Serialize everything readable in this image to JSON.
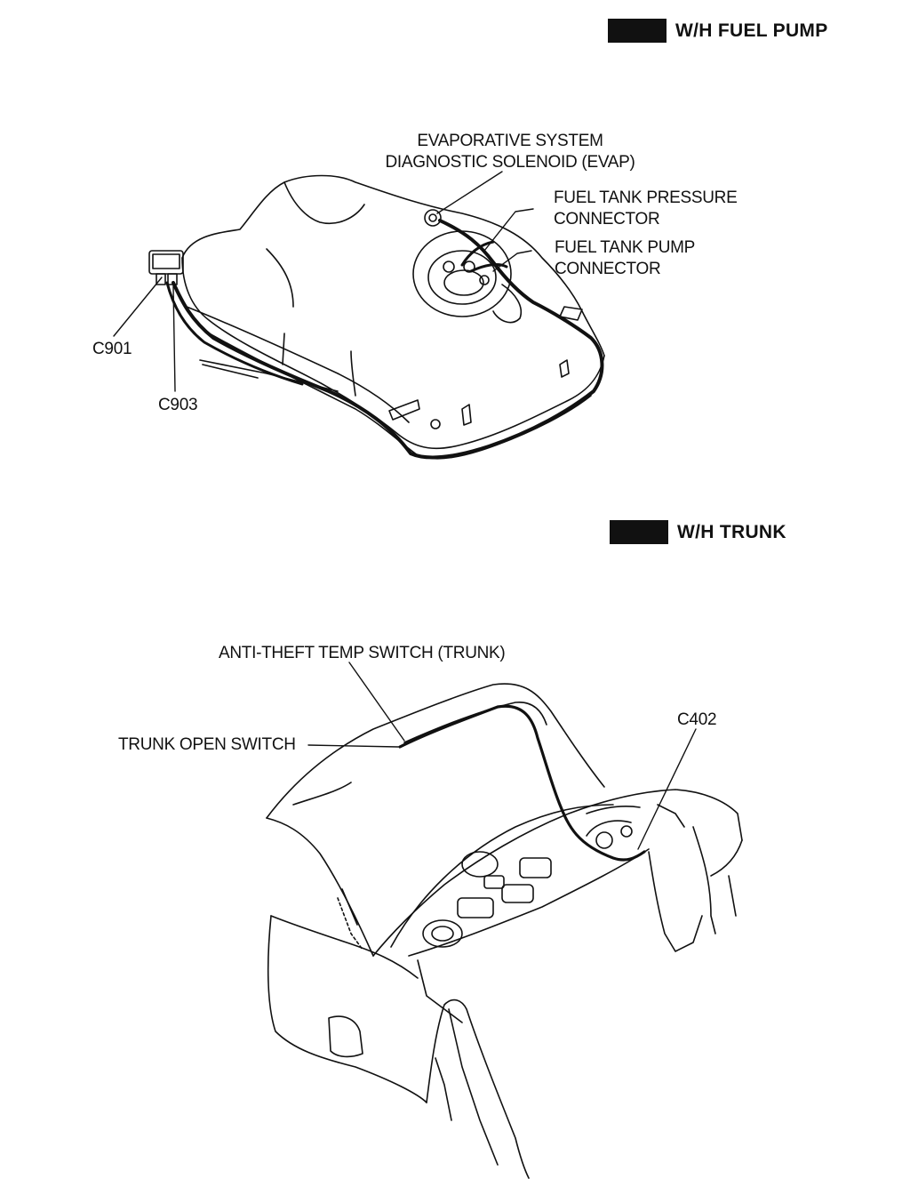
{
  "fuel_pump_section": {
    "header": "W/H FUEL PUMP",
    "labels": {
      "evap_line1": "EVAPORATIVE SYSTEM",
      "evap_line2": "DIAGNOSTIC SOLENOID (EVAP)",
      "pressure_line1": "FUEL TANK PRESSURE",
      "pressure_line2": "CONNECTOR",
      "pump_line1": "FUEL TANK PUMP",
      "pump_line2": "CONNECTOR",
      "c901": "C901",
      "c903": "C903"
    }
  },
  "trunk_section": {
    "header": "W/H TRUNK",
    "labels": {
      "anti_theft": "ANTI-THEFT TEMP SWITCH (TRUNK)",
      "trunk_open": "TRUNK OPEN SWITCH",
      "c402": "C402"
    }
  }
}
